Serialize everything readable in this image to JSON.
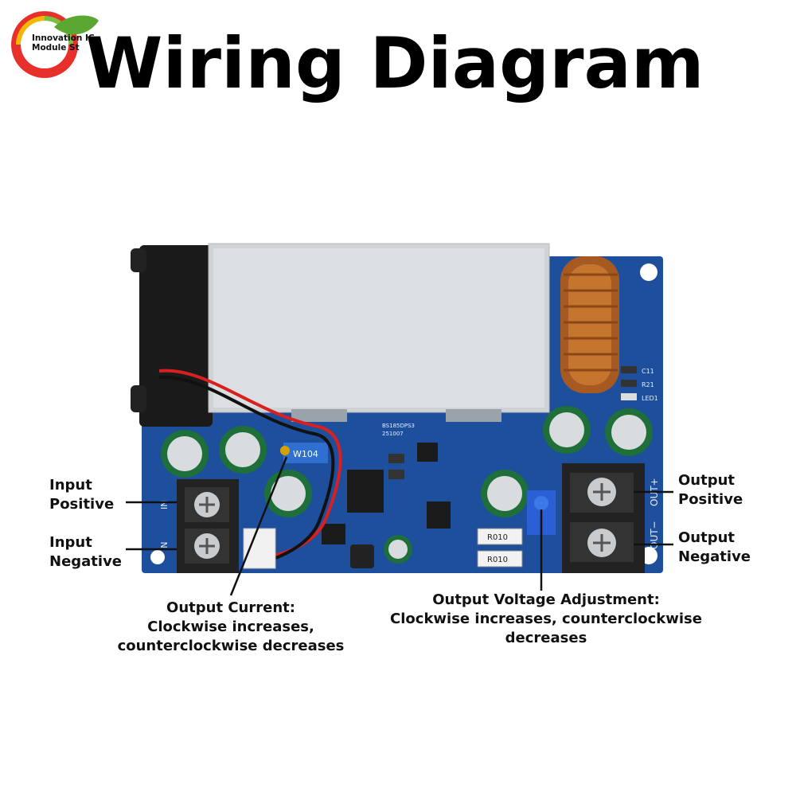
{
  "logo": {
    "line1": "Innovation IC",
    "line2": "Module St"
  },
  "title": "Wiring Diagram",
  "board_marks": {
    "inductor_caps": [
      "C11",
      "R21",
      "LED1"
    ],
    "pot_left": "W104",
    "chip_code": "BS185DPS3",
    "chip_date": "251007",
    "resistor_1": "R010",
    "resistor_2": "R010",
    "out_plus": "OUT+",
    "out_minus": "OUT−",
    "in_top": "IN",
    "in_bottom": "IN"
  },
  "labels": {
    "input_positive": [
      "Input",
      "Positive"
    ],
    "input_negative": [
      "Input",
      "Negative"
    ],
    "output_positive": [
      "Output",
      "Positive"
    ],
    "output_negative": [
      "Output",
      "Negative"
    ],
    "output_current": [
      "Output Current:",
      "Clockwise increases,",
      "counterclockwise decreases"
    ],
    "output_voltage": [
      "Output Voltage Adjustment:",
      "Clockwise increases, counterclockwise",
      "decreases"
    ]
  },
  "colors": {
    "pcb_blue": "#1d4f9c",
    "heatsink": "#cfd3d6",
    "copper": "#c6752f"
  }
}
